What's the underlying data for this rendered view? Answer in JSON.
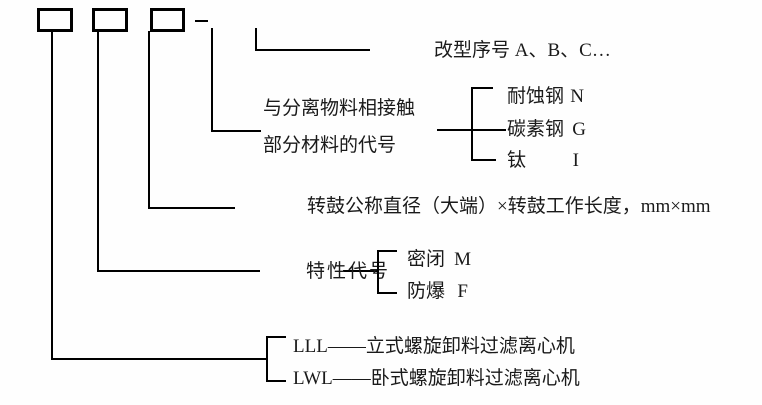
{
  "page": {
    "background": "#fefefe",
    "line_color": "#000000",
    "text_color": "#1a1a1a"
  },
  "labels": {
    "revision_series": "改型序号 A、B、C…",
    "material_title_line1": "与分离物料相接触",
    "material_title_line2": "部分材料的代号",
    "material_options": [
      {
        "name": "耐蚀钢",
        "code": "N"
      },
      {
        "name": "碳素钢",
        "code": "G"
      },
      {
        "name": "钛",
        "code": "I"
      }
    ],
    "drum_dimensions": "转鼓公称直径（大端）×转鼓工作长度，mm×mm",
    "feature_code_title": "特性代号",
    "feature_options": [
      {
        "name": "密闭",
        "code": "M"
      },
      {
        "name": "防爆",
        "code": "F"
      }
    ],
    "machine_types": [
      "LLL——立式螺旋卸料过滤离心机",
      "LWL——卧式螺旋卸料过滤离心机"
    ]
  }
}
